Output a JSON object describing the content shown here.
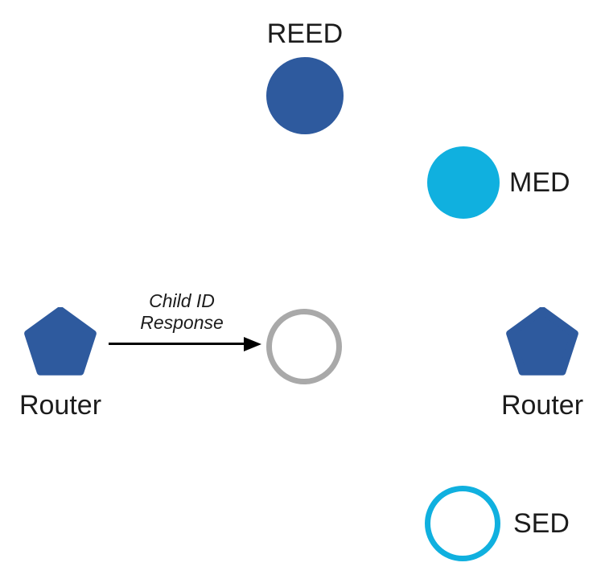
{
  "diagram": {
    "type": "thread-network-topology",
    "colors": {
      "router_blue": "#2e5a9e",
      "end_device_cyan": "#10b0df",
      "joiner_gray": "#a9a9a9",
      "arrow_black": "#000000",
      "label_text": "#1c1c1c"
    },
    "nodes": {
      "reed": {
        "label": "REED",
        "shape": "filled-circle",
        "color": "#2e5a9e"
      },
      "med": {
        "label": "MED",
        "shape": "filled-circle",
        "color": "#10b0df"
      },
      "router_left": {
        "label": "Router",
        "shape": "pentagon",
        "color": "#2e5a9e"
      },
      "joining_device": {
        "label": "",
        "shape": "outlined-circle",
        "color": "#a9a9a9"
      },
      "router_right": {
        "label": "Router",
        "shape": "pentagon",
        "color": "#2e5a9e"
      },
      "sed": {
        "label": "SED",
        "shape": "outlined-circle",
        "color": "#10b0df"
      }
    },
    "arrow": {
      "label_line1": "Child ID",
      "label_line2": "Response",
      "from": "router_left",
      "to": "joining_device"
    }
  }
}
